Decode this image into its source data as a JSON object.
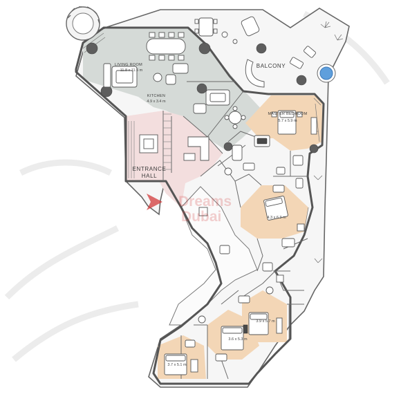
{
  "rooms": {
    "living_room": {
      "name": "LIVING ROOM",
      "size": "11.8 x 11.5 m"
    },
    "kitchen": {
      "name": "KITCHEN",
      "size": "4.9 x 3.4 m"
    },
    "entrance_hall": {
      "name_line1": "ENTRANCE",
      "name_line2": "HALL"
    },
    "balcony": {
      "name": "BALCONY"
    },
    "master_bedroom": {
      "name": "MASTER BEDROOM",
      "size": "5.7 x 5.9 m"
    },
    "bedroom_2": {
      "size": "4.3 x 6.3 m"
    },
    "bedroom_3": {
      "size": "3.9 x 5.7 m"
    },
    "bedroom_4": {
      "size": "3.6 x 5.3 m"
    },
    "bedroom_5": {
      "size": "3.7 x 5.1 m"
    }
  },
  "watermark": {
    "line1": "Dreams",
    "line2": "Dubai"
  },
  "colors": {
    "grey_zone": "#d5dad7",
    "pink_zone": "#f3dede",
    "orange_zone": "#f3d6b6",
    "terrace": "#f6f6f6",
    "pool": "#5f9fdc",
    "wall": "#555555"
  }
}
